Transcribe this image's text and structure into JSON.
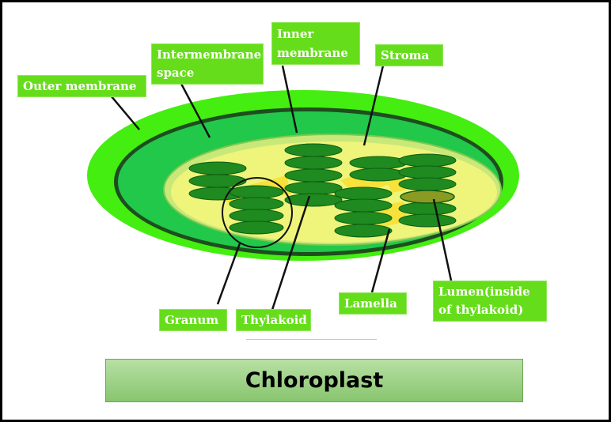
{
  "title": "Chloroplast",
  "labels": {
    "outer_membrane": "Outer membrane",
    "intermembrane_line1": "Intermembrane",
    "intermembrane_line2": "space",
    "inner_line1": "Inner",
    "inner_line2": "membrane",
    "stroma": "Stroma",
    "granum": "Granum",
    "thylakoid": "Thylakoid",
    "lamella": "Lamella",
    "lumen_line1": "Lumen(inside",
    "lumen_line2": "of thylakoid)"
  },
  "colors": {
    "outer_membrane": "#44ee10",
    "intermembrane_space": "#22c84a",
    "stroma": "#eef57a",
    "thylakoid": "#1f8a1f",
    "lamella": "#f6e23a",
    "label_bg": "#66dd1a",
    "lumen": "#8a9a22"
  }
}
